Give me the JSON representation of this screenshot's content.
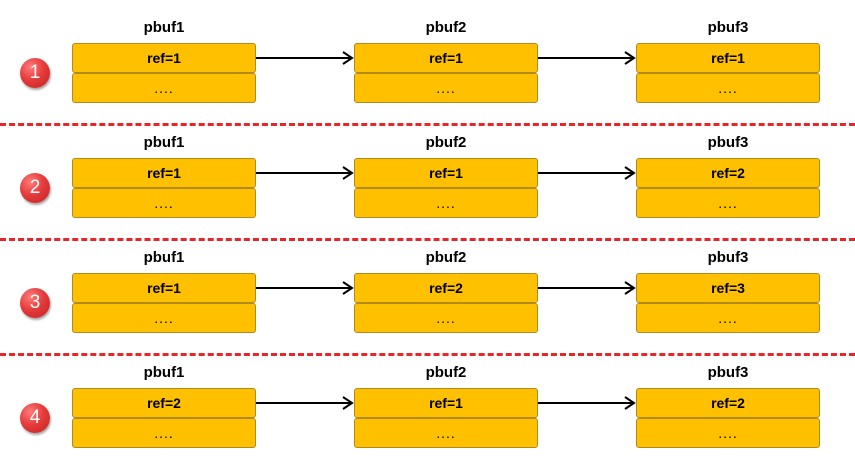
{
  "rows": [
    {
      "step": "1",
      "buffers": [
        {
          "name": "pbuf1",
          "ref": "ref=1",
          "more": "...."
        },
        {
          "name": "pbuf2",
          "ref": "ref=1",
          "more": "...."
        },
        {
          "name": "pbuf3",
          "ref": "ref=1",
          "more": "...."
        }
      ]
    },
    {
      "step": "2",
      "buffers": [
        {
          "name": "pbuf1",
          "ref": "ref=1",
          "more": "...."
        },
        {
          "name": "pbuf2",
          "ref": "ref=1",
          "more": "...."
        },
        {
          "name": "pbuf3",
          "ref": "ref=2",
          "more": "...."
        }
      ]
    },
    {
      "step": "3",
      "buffers": [
        {
          "name": "pbuf1",
          "ref": "ref=1",
          "more": "...."
        },
        {
          "name": "pbuf2",
          "ref": "ref=2",
          "more": "...."
        },
        {
          "name": "pbuf3",
          "ref": "ref=3",
          "more": "...."
        }
      ]
    },
    {
      "step": "4",
      "buffers": [
        {
          "name": "pbuf1",
          "ref": "ref=2",
          "more": "...."
        },
        {
          "name": "pbuf2",
          "ref": "ref=1",
          "more": "...."
        },
        {
          "name": "pbuf3",
          "ref": "ref=2",
          "more": "...."
        }
      ]
    }
  ],
  "colors": {
    "buffer_fill": "#ffc000",
    "buffer_border": "#b08a1a",
    "badge": "#e53c3c",
    "divider": "#e8262a",
    "arrow": "#000000"
  },
  "icons": {
    "step_badge": "numbered-circle-icon",
    "link": "right-arrow-icon"
  }
}
